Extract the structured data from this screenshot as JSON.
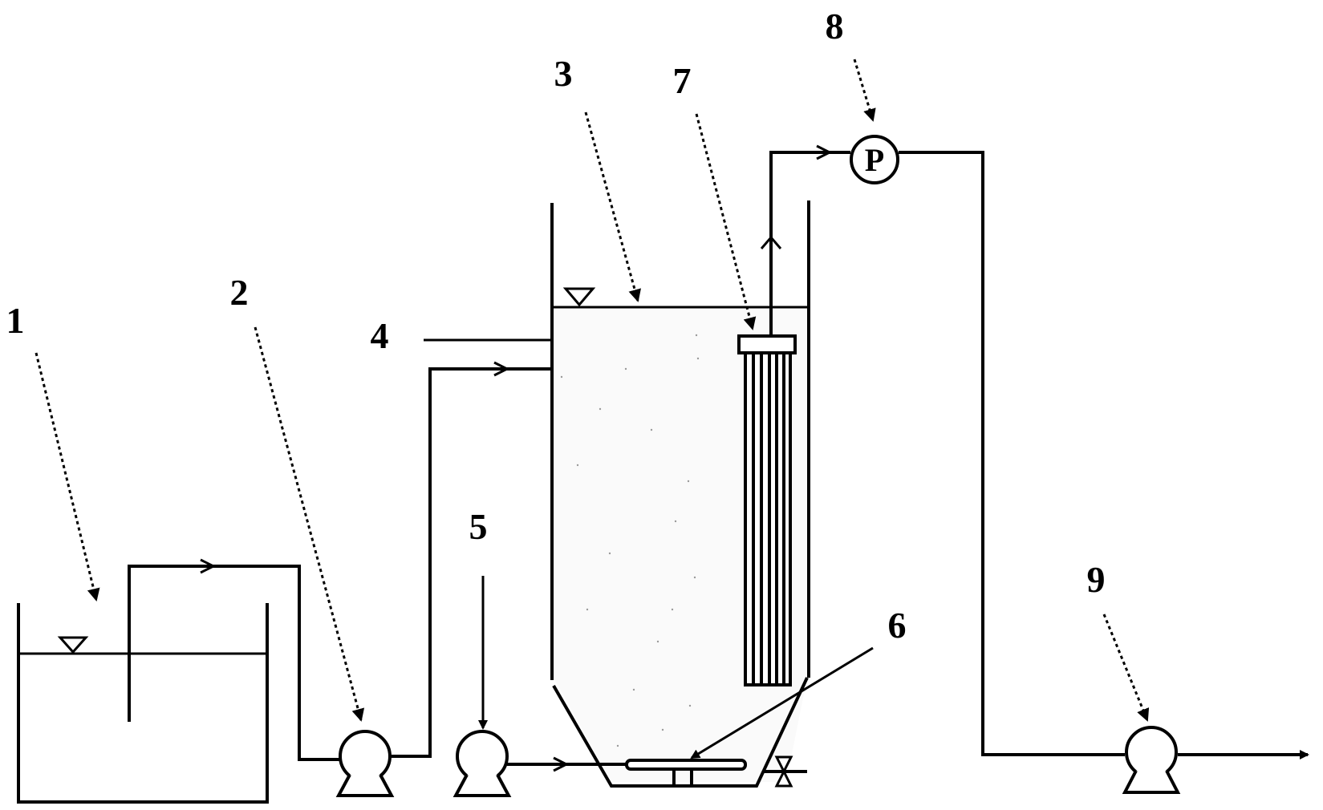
{
  "diagram": {
    "callouts": {
      "c1": "1",
      "c2": "2",
      "c3": "3",
      "c4": "4",
      "c5": "5",
      "c6": "6",
      "c7": "7",
      "c8": "8",
      "c9": "9"
    },
    "pump_letter": "P",
    "colors": {
      "line": "#000000",
      "background": "#ffffff"
    }
  }
}
